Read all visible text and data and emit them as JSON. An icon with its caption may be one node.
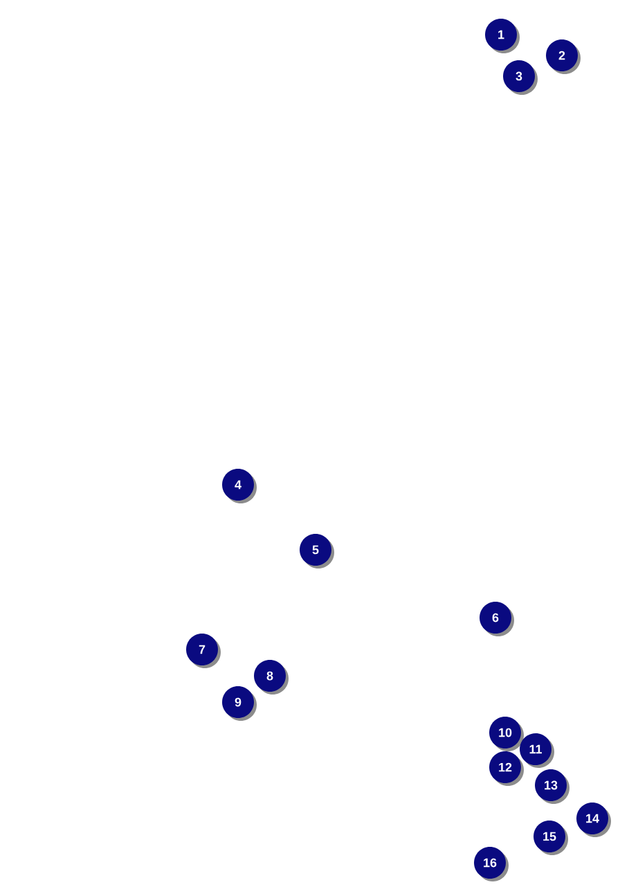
{
  "diagram": {
    "labels": [
      "1",
      "2",
      "3",
      "4",
      "5",
      "6",
      "7",
      "8",
      "9",
      "10",
      "11",
      "12",
      "13",
      "14",
      "15",
      "16"
    ]
  }
}
